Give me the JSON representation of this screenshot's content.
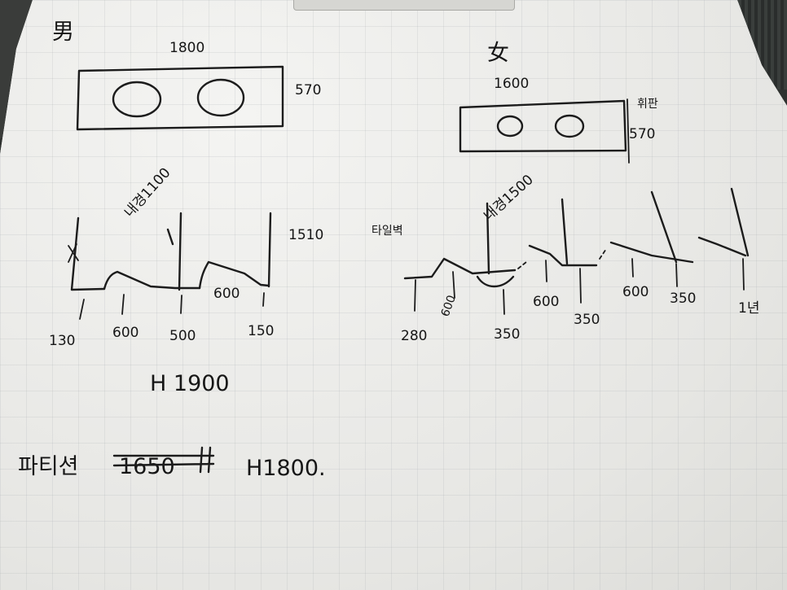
{
  "male_plan": {
    "symbol": "男",
    "width": "1800",
    "depth": "570",
    "side_heights": [
      "130",
      "600",
      "500",
      "150"
    ],
    "vertical_note": "내경1100",
    "right_height": "1510",
    "height_note": "H 1900"
  },
  "female_plan": {
    "symbol": "女",
    "width": "1600",
    "depth": "570",
    "corner_note": "휘판",
    "wall_note": "타일벽",
    "vertical_note": "내경1500",
    "side_heights": [
      "280",
      "600",
      "350",
      "600",
      "350",
      "600",
      "350",
      "1년"
    ]
  },
  "partition": {
    "label": "파티션",
    "struck_value": "1650",
    "height": "H1800."
  }
}
